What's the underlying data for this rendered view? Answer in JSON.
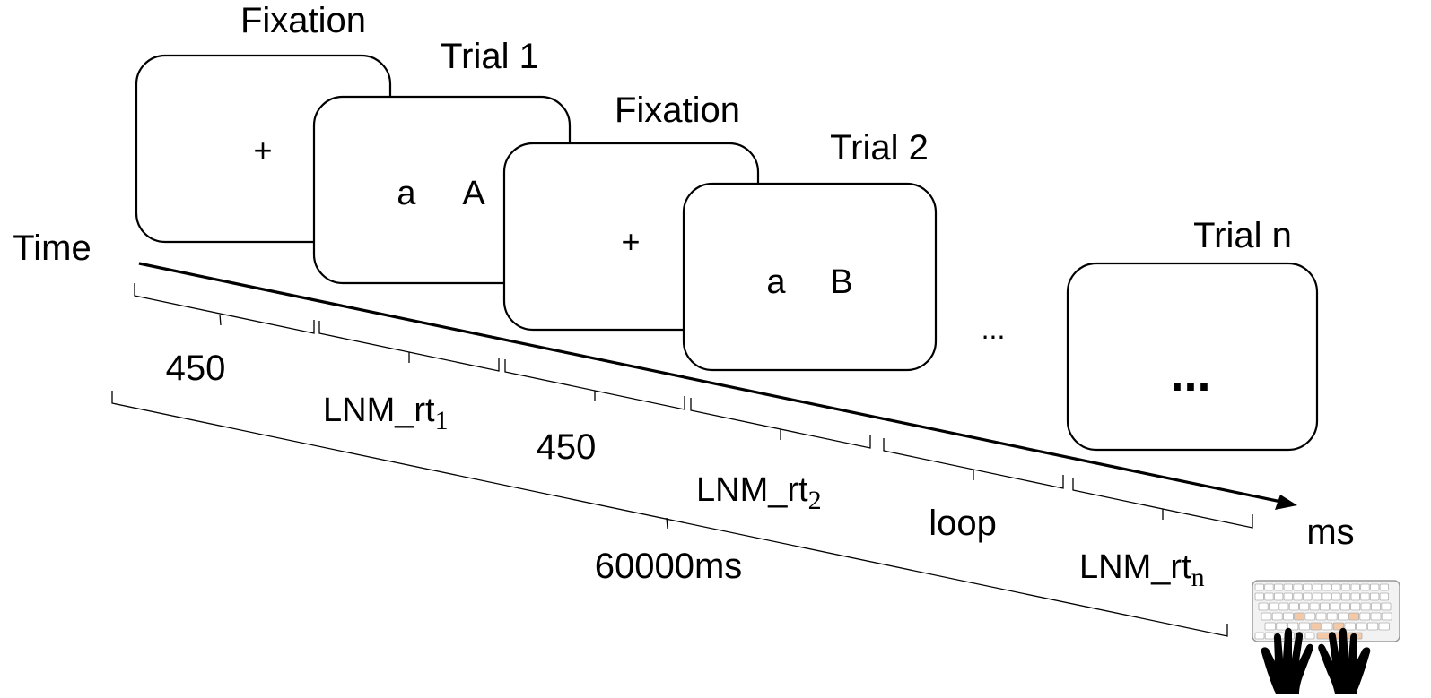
{
  "screens": [
    {
      "title": "Fixation",
      "content": "+"
    },
    {
      "title": "Trial 1",
      "content_left": "a",
      "content_right": "A"
    },
    {
      "title": "Fixation",
      "content": "+"
    },
    {
      "title": "Trial 2",
      "content_left": "a",
      "content_right": "B"
    },
    {
      "between": "...",
      "title": "Trial n",
      "content": "..."
    }
  ],
  "axis": {
    "label": "Time",
    "unit": "ms"
  },
  "segments": [
    {
      "label": "450"
    },
    {
      "label_main": "LNM_rt",
      "label_sub": "1"
    },
    {
      "label": "450"
    },
    {
      "label_main": "LNM_rt",
      "label_sub": "2"
    },
    {
      "label": "loop"
    },
    {
      "label_main": "LNM_rt",
      "label_sub": "n"
    }
  ],
  "total": {
    "label": "60000ms"
  },
  "response_device": {
    "icon": "keyboard-with-hands-icon",
    "accent": "#f3c9a8"
  }
}
